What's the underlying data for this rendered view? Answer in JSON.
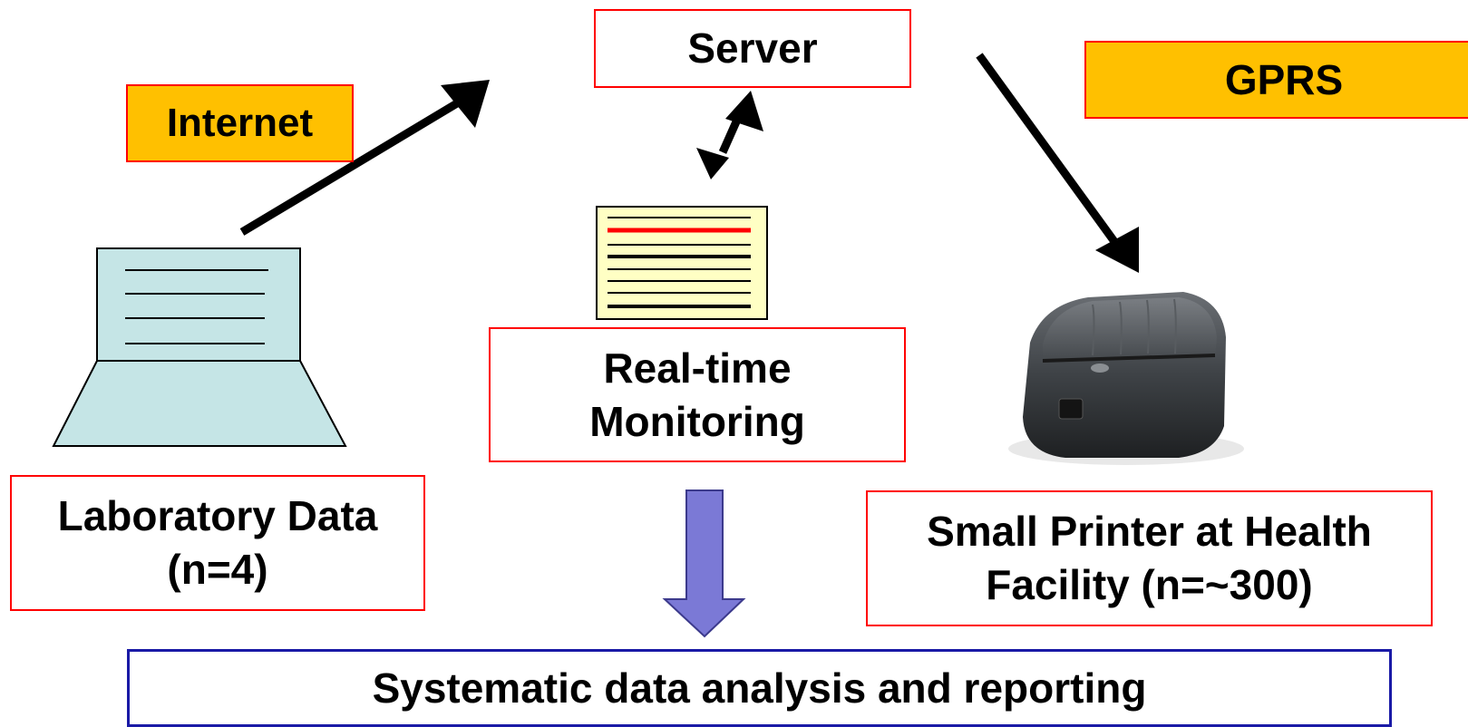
{
  "server": {
    "label": "Server"
  },
  "internet": {
    "label": "Internet"
  },
  "gprs": {
    "label": "GPRS"
  },
  "realtime": {
    "line1": "Real-time",
    "line2": "Monitoring"
  },
  "laboratory": {
    "line1": "Laboratory Data",
    "line2": "(n=4)"
  },
  "printer": {
    "line1": "Small Printer at Health",
    "line2": "Facility (n=~300)"
  },
  "analysis": {
    "label": "Systematic data analysis and reporting"
  },
  "colors": {
    "box_border": "#ff0000",
    "tag_fill": "#ffc000",
    "analysis_border": "#1a1aa6",
    "laptop_fill": "#c5e5e6",
    "report_fill": "#ffffc4",
    "report_highlight": "#ff0000",
    "down_arrow_fill": "#7b79d6"
  },
  "icons": {
    "laptop": "laptop-icon",
    "report": "report-document-icon",
    "printer": "thermal-printer-icon"
  }
}
